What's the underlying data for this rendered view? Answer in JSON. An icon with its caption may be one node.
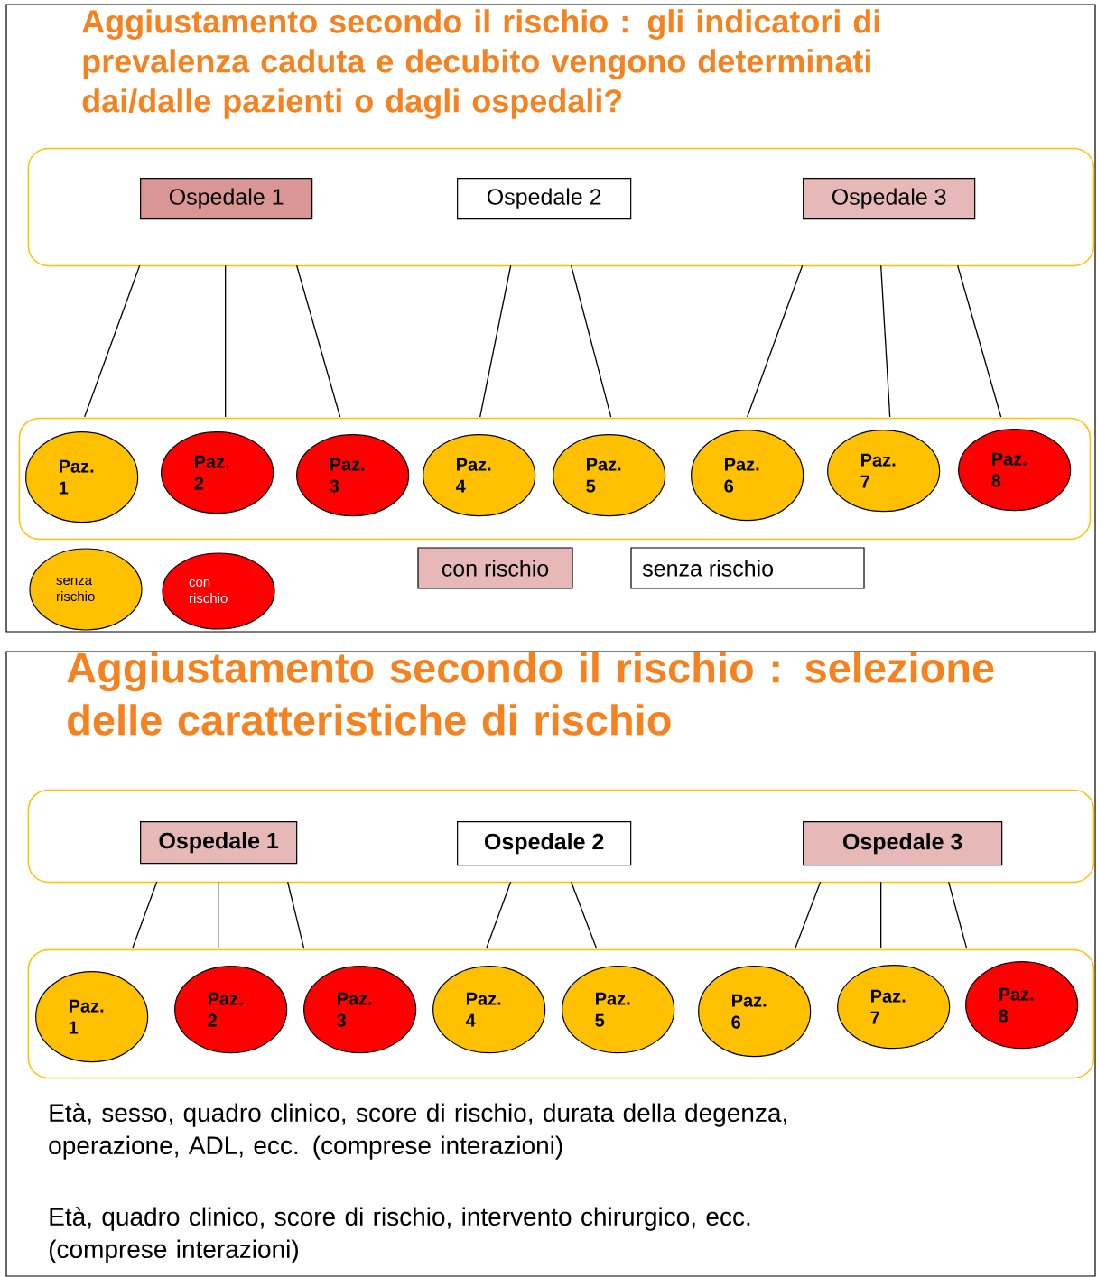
{
  "diagram": {
    "nodes": [
      {
        "text": [
          "Aggiustamento secondo il rischio : gli indicatori di prevalenza caduta e decubito vengono determinati dai/dalle pazienti o dagli ospedali?"
        ]
      },
      {
        "text": [],
        "shape": "box",
        "in": 0
      },
      {
        "text": [
          "Ospedale 1"
        ],
        "in": 1
      },
      {
        "text": [
          "Ospedale 2"
        ],
        "in": 1
      },
      {
        "text": [
          "Ospedale 3"
        ],
        "in": 1
      },
      {
        "text": [],
        "shape": "box",
        "in": 0
      },
      {
        "text": [
          "Paz. 1"
        ],
        "in": 5
      },
      {
        "text": [
          "Paz. 2"
        ],
        "in": 5
      },
      {
        "text": [
          "Paz. 3"
        ],
        "in": 5
      },
      {
        "text": [
          "Paz. 4"
        ],
        "in": 5
      },
      {
        "text": [
          "Paz. 5"
        ],
        "in": 5
      },
      {
        "text": [
          "Paz. 6"
        ],
        "in": 5
      },
      {
        "text": [
          "Paz. 7"
        ],
        "in": 5
      },
      {
        "text": [
          "Paz. 8"
        ],
        "in": 5
      },
      {
        "text": [
          "Aggiustamento secondo il rischio : selezione delle caratteristiche di rischio"
        ]
      },
      {
        "text": [],
        "shape": "box",
        "in": 14
      },
      {
        "text": [
          "Ospedale 1"
        ],
        "in": 15
      },
      {
        "text": [
          "Ospedale 2"
        ],
        "in": 15
      },
      {
        "text": [
          "Ospedale 3"
        ],
        "in": 15
      },
      {
        "text": [],
        "shape": "box",
        "in": 14
      },
      {
        "text": [
          "Paz. 1"
        ],
        "in": 19
      },
      {
        "text": [
          "Paz. 2"
        ],
        "in": 19
      },
      {
        "text": [
          "Paz. 3"
        ],
        "in": 19
      },
      {
        "text": [
          "Paz. 4"
        ],
        "in": 19
      },
      {
        "text": [
          "Paz. 5"
        ],
        "in": 19
      },
      {
        "text": [
          "Paz. 6"
        ],
        "in": 19
      },
      {
        "text": [
          "Paz. 7"
        ],
        "in": 19
      },
      {
        "text": [
          "Paz. 8"
        ],
        "in": 19
      }
    ],
    "edges": [
      {
        "from": 2,
        "to": 6,
        "arrow": "none"
      },
      {
        "from": 2,
        "to": 7,
        "arrow": "none"
      },
      {
        "from": 2,
        "to": 8,
        "arrow": "none"
      },
      {
        "from": 3,
        "to": 9,
        "arrow": "none"
      },
      {
        "from": 3,
        "to": 10,
        "arrow": "none"
      },
      {
        "from": 4,
        "to": 11,
        "arrow": "none"
      },
      {
        "from": 4,
        "to": 12,
        "arrow": "none"
      },
      {
        "from": 4,
        "to": 13,
        "arrow": "none"
      },
      {
        "from": 16,
        "to": 20,
        "arrow": "none"
      },
      {
        "from": 16,
        "to": 21,
        "arrow": "none"
      },
      {
        "from": 16,
        "to": 22,
        "arrow": "none"
      },
      {
        "from": 17,
        "to": 23,
        "arrow": "none"
      },
      {
        "from": 17,
        "to": 24,
        "arrow": "none"
      },
      {
        "from": 18,
        "to": 25,
        "arrow": "none"
      },
      {
        "from": 18,
        "to": 26,
        "arrow": "none"
      },
      {
        "from": 18,
        "to": 27,
        "arrow": "none"
      }
    ],
    "labels": [
      "Età, sesso, quadro clinico, score di rischio, durata della degenza, operazione, ADL, ecc. (comprese interazioni)",
      "Età,  quadro clinico, score di rischio, intervento chirurgico, ecc. (comprese interazioni)"
    ],
    "legend": [
      {
        "text": "senza rischio",
        "color": "#ffc000"
      },
      {
        "text": "con rischio",
        "color": "#ff0000"
      },
      {
        "text": "con rischio",
        "color": "#e6b9b8"
      },
      {
        "text": "senza rischio"
      }
    ]
  }
}
